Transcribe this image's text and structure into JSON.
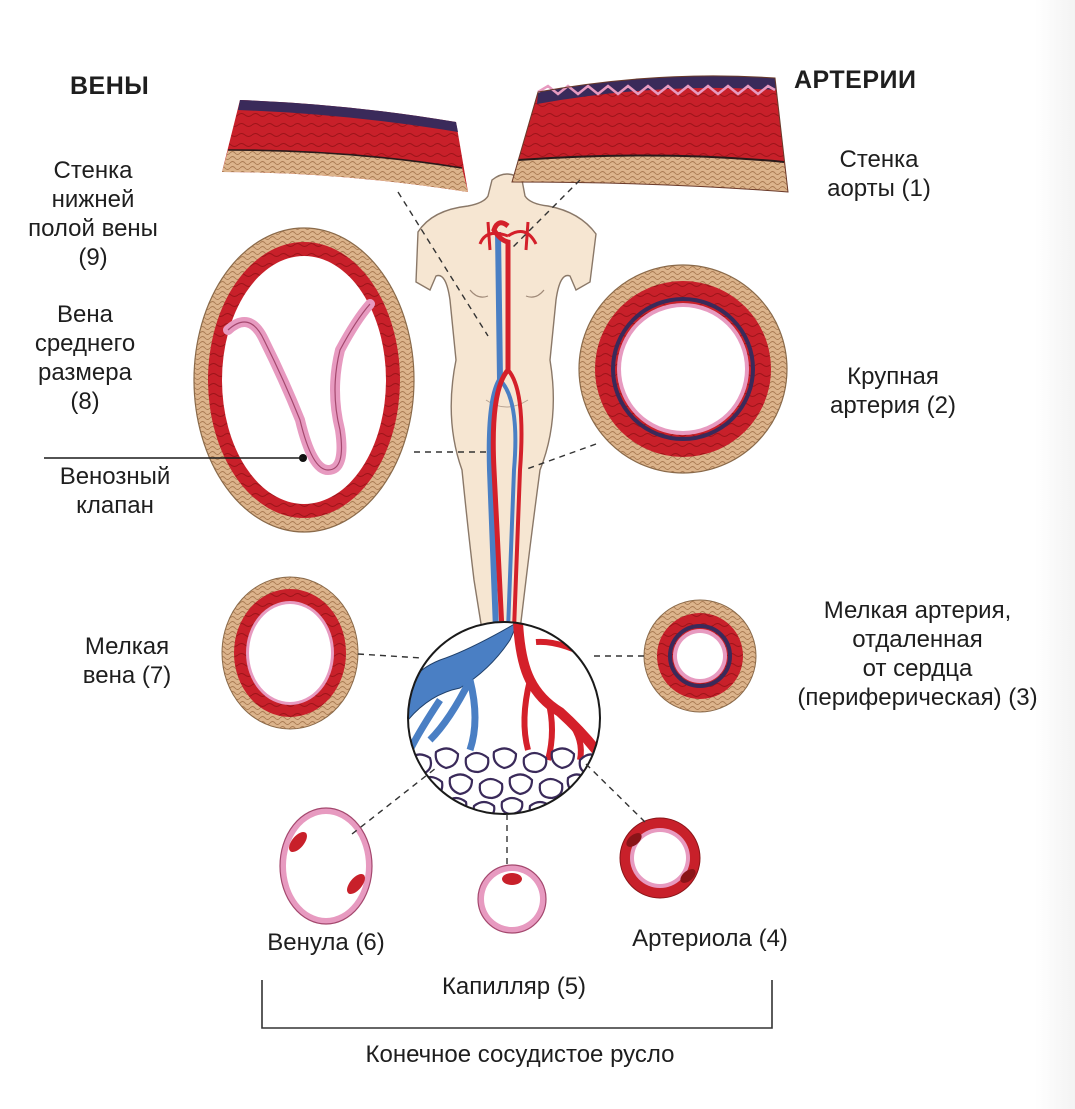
{
  "headers": {
    "veins": "ВЕНЫ",
    "arteries": "АРТЕРИИ"
  },
  "labels": {
    "aorta_wall": [
      "Стенка",
      "аорты (1)"
    ],
    "large_artery": [
      "Крупная",
      "артерия (2)"
    ],
    "small_artery": [
      "Мелкая артерия,",
      "отдаленная",
      "от сердца",
      "(периферическая) (3)"
    ],
    "arteriole": "Артериола (4)",
    "capillary": "Капилляр (5)",
    "venule": "Венула (6)",
    "small_vein": [
      "Мелкая",
      "вена (7)"
    ],
    "medium_vein": [
      "Вена",
      "среднего",
      "размера",
      "(8)"
    ],
    "venous_valve": [
      "Венозный",
      "клапан"
    ],
    "vena_cava_wall": [
      "Стенка",
      "нижней",
      "полой вены",
      "(9)"
    ],
    "terminal_bed": "Конечное сосудистое русло"
  },
  "colors": {
    "muscle_red": "#c8202a",
    "adventitia_tan": "#dcb48c",
    "endothelium_pink": "#e79ac0",
    "elastic_dark": "#3a2a5a",
    "artery_red": "#d4202a",
    "vein_blue": "#4a7fc4",
    "skin": "#f6e6d2"
  }
}
